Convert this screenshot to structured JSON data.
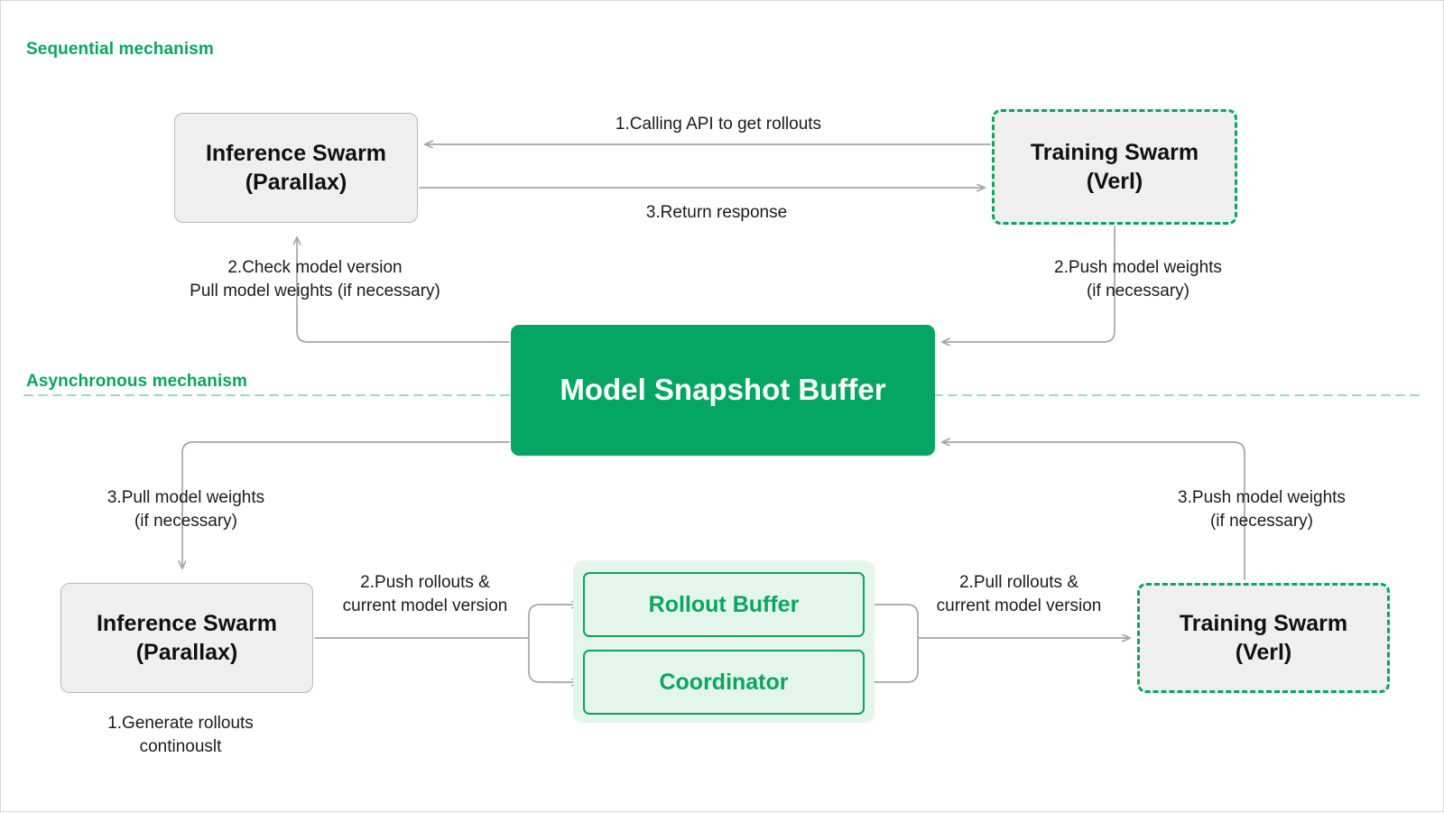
{
  "diagram": {
    "title_colors": {
      "accent_green": "#05a563",
      "label_green": "#0aa560",
      "node_grey": "#efefef",
      "mint": "#e4f6ec",
      "wire_grey": "#a6a6a6",
      "divider_green": "#9dd9bf"
    },
    "sections": [
      {
        "id": "sequential",
        "label": "Sequential mechanism"
      },
      {
        "id": "asynchronous",
        "label": "Asynchronous mechanism"
      }
    ],
    "nodes": {
      "inference_top": {
        "label": "Inference Swarm\n(Parallax)",
        "style": "grey-solid"
      },
      "training_top": {
        "label": "Training Swarm\n(Verl)",
        "style": "grey-dashed-green"
      },
      "snapshot_buffer": {
        "label": "Model Snapshot Buffer",
        "style": "green-filled"
      },
      "inference_bottom": {
        "label": "Inference Swarm\n(Parallax)",
        "style": "grey-solid"
      },
      "training_bottom": {
        "label": "Training Swarm\n(Verl)",
        "style": "grey-dashed-green"
      },
      "rollout_buffer": {
        "label": "Rollout Buffer",
        "style": "mint-bordered"
      },
      "coordinator": {
        "label": "Coordinator",
        "style": "mint-bordered"
      }
    },
    "edges": [
      {
        "id": "calling-api",
        "label": "1.Calling API to get rollouts",
        "from": "training_top",
        "to": "inference_top"
      },
      {
        "id": "return-response",
        "label": "3.Return response",
        "from": "inference_top",
        "to": "training_top"
      },
      {
        "id": "check-version",
        "label": "2.Check model version\nPull model weights (if necessary)",
        "from": "snapshot_buffer",
        "to": "inference_top"
      },
      {
        "id": "push-weights-top",
        "label": "2.Push model weights\n(if necessary)",
        "from": "training_top",
        "to": "snapshot_buffer"
      },
      {
        "id": "pull-weights-3",
        "label": "3.Pull model weights\n(if necessary)",
        "from": "snapshot_buffer",
        "to": "inference_bottom"
      },
      {
        "id": "push-weights-3",
        "label": "3.Push model weights\n(if necessary)",
        "from": "training_bottom",
        "to": "snapshot_buffer"
      },
      {
        "id": "push-rollouts",
        "label": "2.Push rollouts &\ncurrent model version",
        "from": "inference_bottom",
        "to": "rollout_buffer"
      },
      {
        "id": "pull-rollouts",
        "label": "2.Pull rollouts &\ncurrent model version",
        "from": "rollout_buffer",
        "to": "training_bottom"
      },
      {
        "id": "generate-rollouts",
        "label": "1.Generate rollouts\ncontinouslt",
        "from": "inference_bottom",
        "to": ""
      }
    ]
  }
}
